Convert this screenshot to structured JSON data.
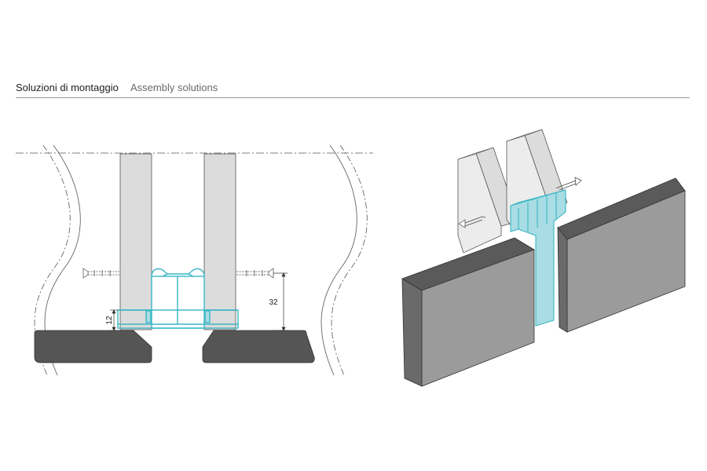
{
  "header": {
    "title_it": "Soluzioni di montaggio",
    "title_en": "Assembly solutions"
  },
  "section_view": {
    "dim_left": "12",
    "dim_right": "32"
  },
  "colors": {
    "profile": "#39b7c4",
    "profile_fill": "#a9dce4",
    "panel_light": "#dcdcdc",
    "floor_dark": "#555555",
    "panel_side": "#9b9b9b",
    "panel_top": "#5a5a5a"
  }
}
